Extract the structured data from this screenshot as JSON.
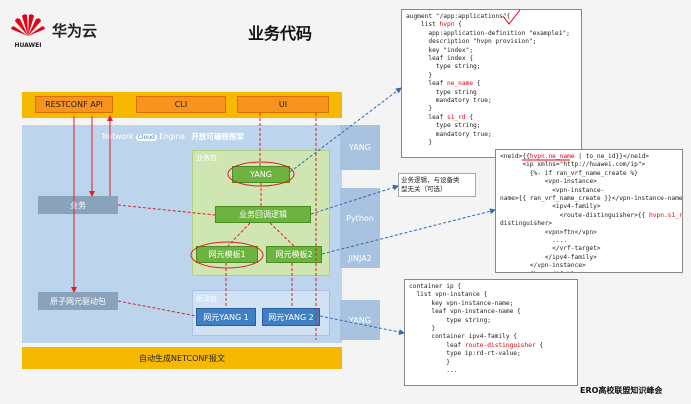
{
  "brand": {
    "name": "华为云",
    "sub": "HUAWEI"
  },
  "title": "业务代码",
  "top_boxes": [
    "RESTCONF API",
    "CLI",
    "UI"
  ],
  "engine": {
    "prefix": "Network",
    "cloud": "Cloud",
    "suffix": "Engine",
    "framework": "开放可编程框架"
  },
  "left_boxes": {
    "service": "业务",
    "driver": "原子网元驱动包"
  },
  "service_pkg": {
    "title": "业务包",
    "yang": "YANG",
    "logic": "业务回调逻辑",
    "tmpl1": "网元模板1",
    "tmpl2": "网元模板2"
  },
  "driver_pkg": {
    "title": "驱动包",
    "yang1": "网元YANG 1",
    "yang2": "网元YANG 2"
  },
  "right_column": [
    "YANG",
    "Python",
    "JINJA2",
    "YANG"
  ],
  "bottom_bar": "自动生成NETCONF报文",
  "note": {
    "line1": "业务逻辑，与设备类",
    "line2": "型无关（可选）"
  },
  "code1": [
    {
      "t": "augment \"/app:applications\"{",
      "r": ""
    },
    {
      "t": "    list ",
      "r": "hvpn",
      "a": " {"
    },
    {
      "t": "      app:application-definition \"example1\";",
      "r": ""
    },
    {
      "t": "      description \"hvpn provision\";",
      "r": ""
    },
    {
      "t": "      key \"index\";",
      "r": ""
    },
    {
      "t": "      leaf index {",
      "r": ""
    },
    {
      "t": "        type string;",
      "r": ""
    },
    {
      "t": "      }",
      "r": ""
    },
    {
      "t": "      leaf ",
      "r": "ne_name",
      "a": " {"
    },
    {
      "t": "        type string",
      "r": ""
    },
    {
      "t": "        mandatory true;",
      "r": ""
    },
    {
      "t": "      }",
      "r": ""
    },
    {
      "t": "",
      "r": ""
    },
    {
      "t": "      leaf ",
      "r": "s1_rd",
      "a": " {"
    },
    {
      "t": "        type string;",
      "r": ""
    },
    {
      "t": "        mandatory true;",
      "r": ""
    },
    {
      "t": "      }",
      "r": ""
    }
  ],
  "code2": [
    {
      "t": "<neid>{{",
      "r": "hvpn.ne_name",
      "a": " | to_ne_id}}</neid>"
    },
    {
      "t": "      <ip xmlns=\"http://huawei.com/ip\">",
      "r": ""
    },
    {
      "t": "        {%- if ran_vrf_name_create %}",
      "r": ""
    },
    {
      "t": "            <vpn-instance>",
      "r": ""
    },
    {
      "t": "              <vpn-instance-",
      "r": ""
    },
    {
      "t": "name>{{ ran_vrf_name_create }}</vpn-instance-name>",
      "r": ""
    },
    {
      "t": "              <ipv4-family>",
      "r": ""
    },
    {
      "t": "                <route-distinguisher>{{ ",
      "r": "hvpn.s1_rd",
      "a": " }}</route-"
    },
    {
      "t": "distinguisher>",
      "r": ""
    },
    {
      "t": "            <vpn>ftn</vpn>",
      "r": ""
    },
    {
      "t": "              ....",
      "r": ""
    },
    {
      "t": "              </vrf-target>",
      "r": ""
    },
    {
      "t": "            </ipv4-family>",
      "r": ""
    },
    {
      "t": "        </vpn-instance>",
      "r": ""
    },
    {
      "t": "        {%- endif %}",
      "r": ""
    }
  ],
  "code3": [
    {
      "t": "container ip {",
      "r": ""
    },
    {
      "t": "  list vpn-instance {",
      "r": ""
    },
    {
      "t": "      key vpn-instance-name;",
      "r": ""
    },
    {
      "t": "      leaf vpn-instance-name {",
      "r": ""
    },
    {
      "t": "          type string;",
      "r": ""
    },
    {
      "t": "      }",
      "r": ""
    },
    {
      "t": "      container ipv4-family {",
      "r": ""
    },
    {
      "t": "          leaf ",
      "r": "route-distinguisher",
      "a": " {"
    },
    {
      "t": "          type ip:rd-rt-value;",
      "r": ""
    },
    {
      "t": "          }",
      "r": ""
    },
    {
      "t": "          ...",
      "r": ""
    }
  ],
  "footer": "ERO高校联盟知识峰会",
  "colors": {
    "accent_red": "#e60012",
    "arrow_blue": "#2d6bb5",
    "top_orange": "#f7941d"
  }
}
